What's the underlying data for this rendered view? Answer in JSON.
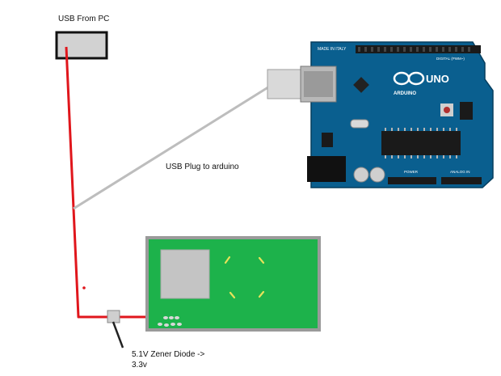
{
  "labels": {
    "usb_from_pc": "USB From PC",
    "usb_plug": "USB Plug to arduino",
    "zener_line1": "5.1V Zener Diode ->",
    "zener_line2": "3.3v"
  },
  "board": {
    "made_in": "MADE IN ITALY",
    "brand": "ARDUINO",
    "model": "UNO",
    "digital": "DIGITAL (PWM~)",
    "power": "POWER",
    "analog": "ANALOG IN"
  },
  "colors": {
    "wire_red": "#e0161c",
    "usb_cable_gray": "#bdbdbd",
    "arduino_blue": "#0a5f8f",
    "module_green": "#1db24b",
    "module_border": "#9a9a9a",
    "zener_body": "#cfcfcf"
  }
}
